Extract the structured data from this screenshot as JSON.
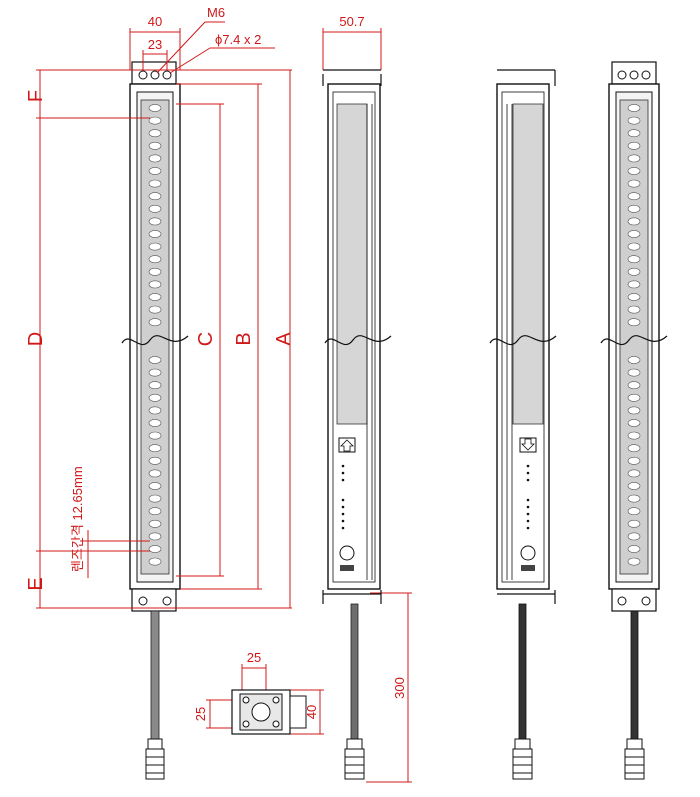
{
  "top_dims": {
    "width_40": "40",
    "spacing_23": "23",
    "bolt": "M6",
    "hole": "ϕ7.4 x 2",
    "side_width": "50.7"
  },
  "letters": {
    "a": "A",
    "b": "B",
    "c": "C",
    "d": "D",
    "e": "E",
    "f": "F"
  },
  "lens_pitch": "렌즈간격 12.65mm",
  "cable_length": "300",
  "bracket": {
    "top": "25",
    "left": "25",
    "right": "40"
  },
  "colors": {
    "dimension": "#d01818",
    "outline": "#111111",
    "panel": "#d6d6d6"
  }
}
